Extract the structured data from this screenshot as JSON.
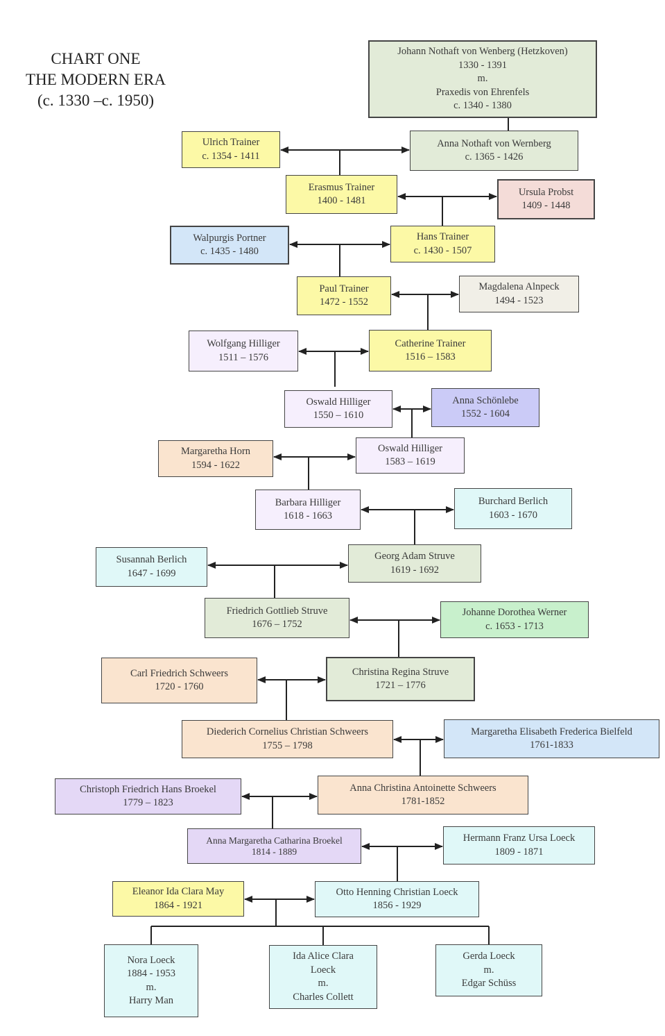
{
  "title": {
    "line1": "CHART ONE",
    "line2": "THE MODERN ERA",
    "line3": "(c. 1330 –c. 1950)"
  },
  "colors": {
    "green": "#e2ebd8",
    "yellow": "#fcf9a6",
    "pink": "#f4dcd8",
    "blue": "#d3e6f8",
    "ivory": "#f1efe7",
    "lavender": "#f6effd",
    "periwinkle": "#cbcbf7",
    "peach": "#fae4cf",
    "cyan": "#e0f8f8",
    "mint": "#c8f0cc",
    "purple": "#e4d8f6",
    "lines": "#222222"
  },
  "people": [
    {
      "id": "johann",
      "lines": [
        "Johann Nothaft von Wenberg (Hetzkoven)",
        "1330 - 1391",
        "m.",
        "Praxedis von Ehrenfels",
        "c. 1340 - 1380"
      ],
      "color": "green"
    },
    {
      "id": "ulrich",
      "lines": [
        "Ulrich Trainer",
        "c. 1354 - 1411"
      ],
      "color": "yellow"
    },
    {
      "id": "anna-nothaft",
      "lines": [
        "Anna Nothaft von Wernberg",
        "c. 1365 - 1426"
      ],
      "color": "green"
    },
    {
      "id": "erasmus",
      "lines": [
        "Erasmus Trainer",
        "1400 - 1481"
      ],
      "color": "yellow"
    },
    {
      "id": "ursula",
      "lines": [
        "Ursula Probst",
        "1409 - 1448"
      ],
      "color": "pink"
    },
    {
      "id": "walpurgis",
      "lines": [
        "Walpurgis Portner",
        "c. 1435 - 1480"
      ],
      "color": "blue"
    },
    {
      "id": "hans",
      "lines": [
        "Hans Trainer",
        "c. 1430 - 1507"
      ],
      "color": "yellow"
    },
    {
      "id": "paul",
      "lines": [
        "Paul Trainer",
        "1472 - 1552"
      ],
      "color": "yellow"
    },
    {
      "id": "magdalena",
      "lines": [
        "Magdalena Alnpeck",
        "1494 - 1523"
      ],
      "color": "ivory"
    },
    {
      "id": "wolfgang",
      "lines": [
        "Wolfgang Hilliger",
        "1511 – 1576"
      ],
      "color": "lavender"
    },
    {
      "id": "catherine",
      "lines": [
        "Catherine Trainer",
        "1516 – 1583"
      ],
      "color": "yellow"
    },
    {
      "id": "oswald-1550",
      "lines": [
        "Oswald Hilliger",
        "1550 – 1610"
      ],
      "color": "lavender"
    },
    {
      "id": "anna-schonlebe",
      "lines": [
        "Anna Schönlebe",
        "1552 - 1604"
      ],
      "color": "periwinkle"
    },
    {
      "id": "margaretha-horn",
      "lines": [
        "Margaretha Horn",
        "1594 - 1622"
      ],
      "color": "peach"
    },
    {
      "id": "oswald-1583",
      "lines": [
        "Oswald Hilliger",
        "1583 – 1619"
      ],
      "color": "lavender"
    },
    {
      "id": "barbara",
      "lines": [
        "Barbara Hilliger",
        "1618 - 1663"
      ],
      "color": "lavender"
    },
    {
      "id": "burchard",
      "lines": [
        "Burchard Berlich",
        "1603 - 1670"
      ],
      "color": "cyan"
    },
    {
      "id": "susannah",
      "lines": [
        "Susannah Berlich",
        "1647 - 1699"
      ],
      "color": "cyan"
    },
    {
      "id": "georg",
      "lines": [
        "Georg Adam Struve",
        "1619 - 1692"
      ],
      "color": "green"
    },
    {
      "id": "friedrich",
      "lines": [
        "Friedrich Gottlieb Struve",
        "1676 – 1752"
      ],
      "color": "green"
    },
    {
      "id": "johanne",
      "lines": [
        "Johanne Dorothea Werner",
        "c. 1653 - 1713"
      ],
      "color": "mint"
    },
    {
      "id": "carl",
      "lines": [
        "Carl Friedrich Schweers",
        "1720 - 1760"
      ],
      "color": "peach"
    },
    {
      "id": "christina",
      "lines": [
        "Christina Regina Struve",
        "1721 – 1776"
      ],
      "color": "green"
    },
    {
      "id": "diederich",
      "lines": [
        "Diederich Cornelius Christian Schweers",
        "1755 – 1798"
      ],
      "color": "peach"
    },
    {
      "id": "margaretha-bielfeld",
      "lines": [
        "Margaretha Elisabeth Frederica Bielfeld",
        "1761-1833"
      ],
      "color": "blue"
    },
    {
      "id": "christoph",
      "lines": [
        "Christoph Friedrich Hans Broekel",
        "1779 – 1823"
      ],
      "color": "purple"
    },
    {
      "id": "anna-christina",
      "lines": [
        "Anna Christina Antoinette Schweers",
        "1781-1852"
      ],
      "color": "peach"
    },
    {
      "id": "anna-margaretha",
      "lines": [
        "Anna Margaretha Catharina Broekel",
        "1814 - 1889"
      ],
      "color": "purple"
    },
    {
      "id": "hermann",
      "lines": [
        "Hermann Franz Ursa Loeck",
        "1809 - 1871"
      ],
      "color": "cyan"
    },
    {
      "id": "eleanor",
      "lines": [
        "Eleanor Ida Clara May",
        "1864 - 1921"
      ],
      "color": "yellow"
    },
    {
      "id": "otto",
      "lines": [
        "Otto Henning Christian Loeck",
        "1856 - 1929"
      ],
      "color": "cyan"
    },
    {
      "id": "nora",
      "lines": [
        "Nora Loeck",
        "1884 - 1953",
        "m.",
        "Harry Man"
      ],
      "color": "cyan"
    },
    {
      "id": "ida",
      "lines": [
        "Ida Alice Clara",
        "Loeck",
        "m.",
        "Charles Collett"
      ],
      "color": "cyan"
    },
    {
      "id": "gerda",
      "lines": [
        "Gerda Loeck",
        "m.",
        "Edgar Schüss"
      ],
      "color": "cyan"
    }
  ],
  "unions": [
    {
      "a": "ulrich",
      "b": "anna-nothaft",
      "children": [
        "erasmus"
      ]
    },
    {
      "a": "erasmus",
      "b": "ursula",
      "children": [
        "hans"
      ]
    },
    {
      "a": "walpurgis",
      "b": "hans",
      "children": [
        "paul"
      ]
    },
    {
      "a": "paul",
      "b": "magdalena",
      "children": [
        "catherine"
      ]
    },
    {
      "a": "wolfgang",
      "b": "catherine",
      "children": [
        "oswald-1550"
      ]
    },
    {
      "a": "oswald-1550",
      "b": "anna-schonlebe",
      "children": [
        "oswald-1583"
      ]
    },
    {
      "a": "margaretha-horn",
      "b": "oswald-1583",
      "children": [
        "barbara"
      ]
    },
    {
      "a": "barbara",
      "b": "burchard",
      "children": [
        "georg"
      ]
    },
    {
      "a": "susannah",
      "b": "georg",
      "children": [
        "friedrich"
      ]
    },
    {
      "a": "friedrich",
      "b": "johanne",
      "children": [
        "christina"
      ]
    },
    {
      "a": "carl",
      "b": "christina",
      "children": [
        "diederich"
      ]
    },
    {
      "a": "diederich",
      "b": "margaretha-bielfeld",
      "children": [
        "anna-christina"
      ]
    },
    {
      "a": "christoph",
      "b": "anna-christina",
      "children": [
        "anna-margaretha"
      ]
    },
    {
      "a": "anna-margaretha",
      "b": "hermann",
      "children": [
        "otto"
      ]
    },
    {
      "a": "eleanor",
      "b": "otto",
      "children": [
        "nora",
        "ida",
        "gerda"
      ]
    }
  ],
  "descents": [
    {
      "parent": "johann",
      "child": "anna-nothaft"
    }
  ]
}
